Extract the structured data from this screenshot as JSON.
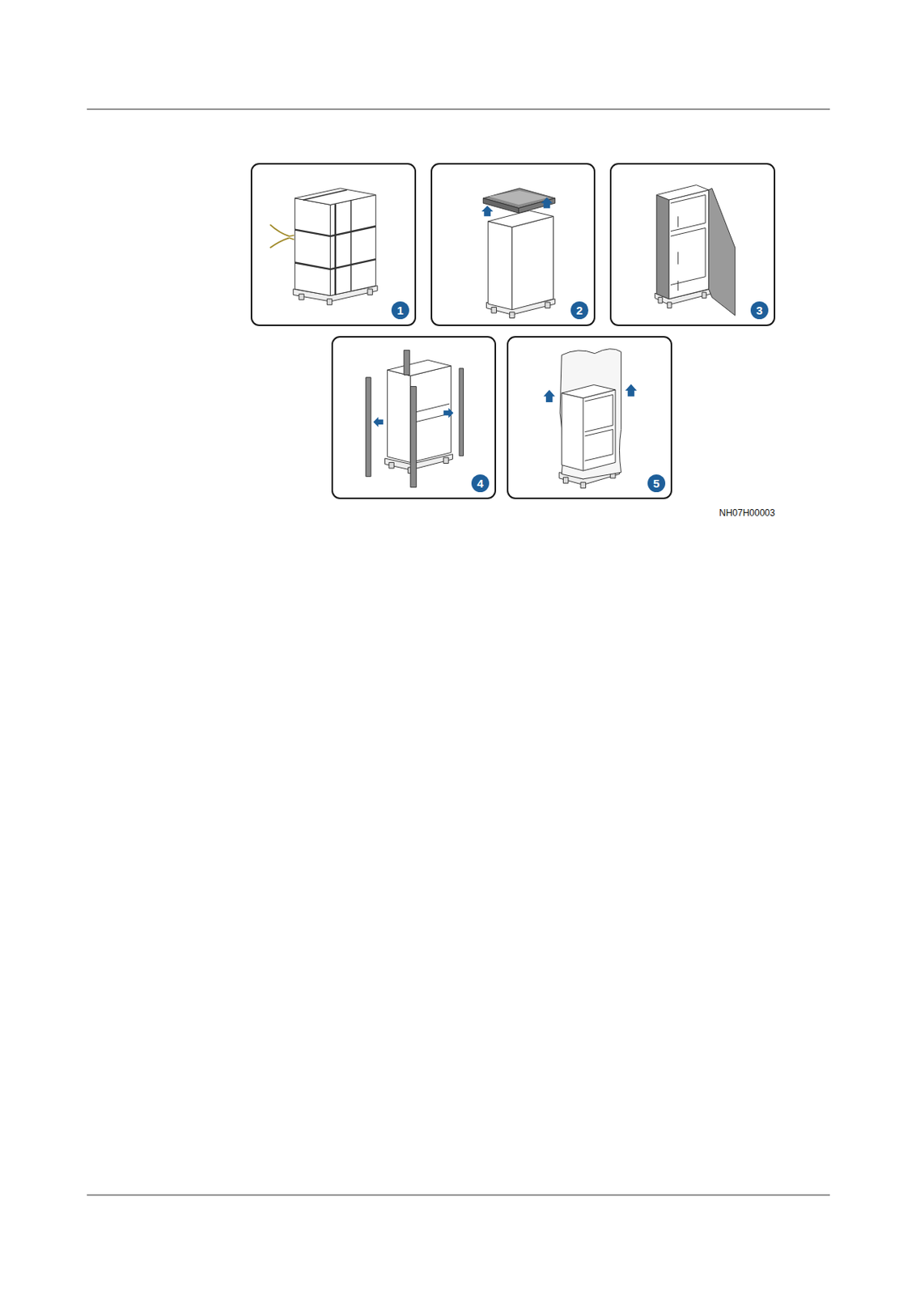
{
  "diagram": {
    "nodes": [
      {
        "text": [
          "1"
        ]
      },
      {
        "text": [
          "2"
        ]
      },
      {
        "text": [
          "3"
        ]
      },
      {
        "text": [
          "4"
        ]
      },
      {
        "text": [
          "5"
        ]
      }
    ],
    "labels": [
      "NH07H00003"
    ]
  }
}
